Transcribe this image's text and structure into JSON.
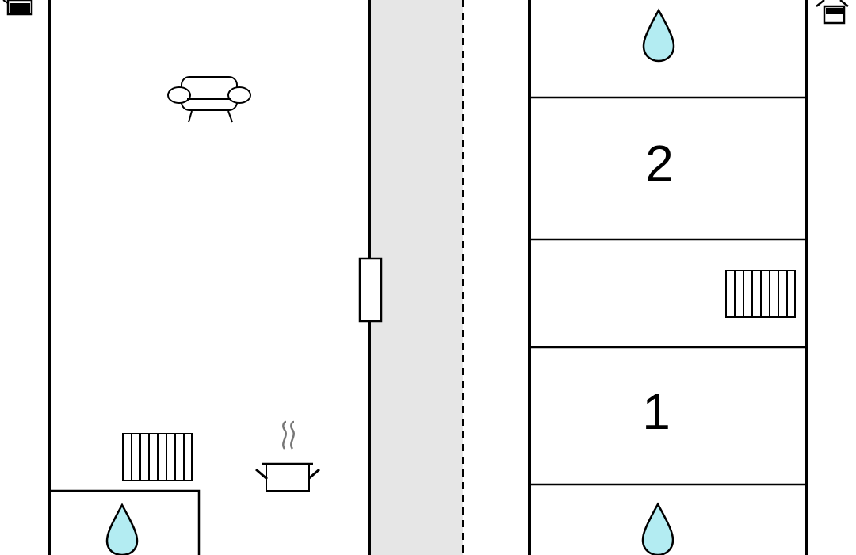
{
  "floorplan": {
    "colors": {
      "wall": "#000000",
      "background": "#ffffff",
      "corridor": "#e6e6e6",
      "water": "#b3ecf2"
    },
    "rooms": [
      {
        "id": "bedroom-2",
        "label": "2"
      },
      {
        "id": "bedroom-1",
        "label": "1"
      }
    ],
    "icons": [
      "sofa-icon",
      "radiator-icon",
      "cooking-pot-icon",
      "water-drop-icon",
      "window-icon",
      "door-icon"
    ]
  }
}
